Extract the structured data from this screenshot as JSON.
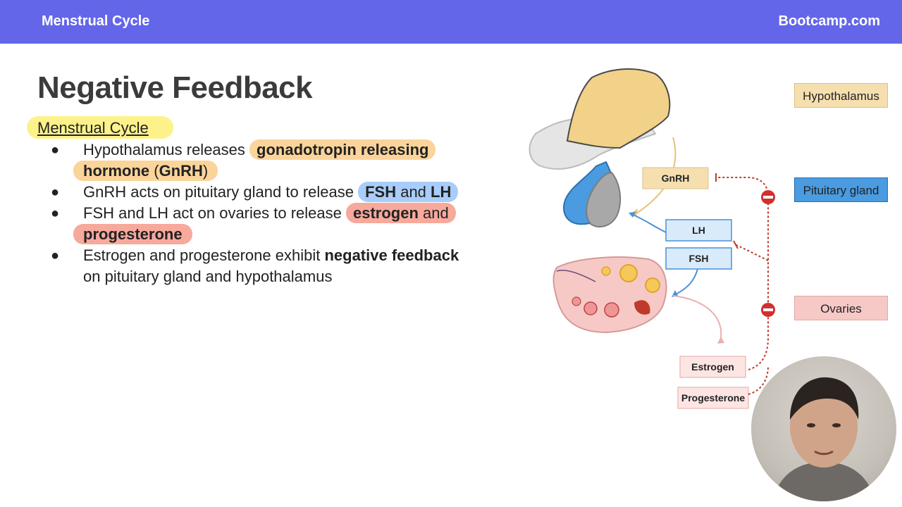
{
  "header": {
    "topic": "Menstrual Cycle",
    "brand": "Bootcamp.com"
  },
  "slide": {
    "title": "Negative Feedback",
    "subheading": "Menstrual Cycle",
    "bullets": [
      {
        "text1": "Hypothalamus releases ",
        "hl1": "gonadotropin releasing",
        "hl2a": "hormone",
        "hl2b": " (",
        "hl2c": "GnRH",
        "hl2d": ")"
      },
      {
        "text1": "GnRH acts on pituitary gland to release ",
        "hl1": "FSH",
        "hl1b": " and ",
        "hl1c": "LH"
      },
      {
        "text1": "FSH and LH act on ovaries to release ",
        "hl1": "estrogen",
        "hl1b": " and",
        "hl2": "progesterone"
      },
      {
        "text1": "Estrogen and progesterone exhibit ",
        "bold": "negative feedback",
        "text2": "on pituitary gland and hypothalamus"
      }
    ]
  },
  "diagram": {
    "legend": [
      "Hypothalamus",
      "Pituitary gland",
      "Ovaries"
    ],
    "boxes": {
      "gnrh": "GnRH",
      "lh": "LH",
      "fsh": "FSH",
      "estrogen": "Estrogen",
      "progesterone": "Progesterone"
    },
    "colors": {
      "hypothalamus": "#f5d79a",
      "pituitary": "#4a9be0",
      "ovaries": "#f6c9c6",
      "inhibit": "#c0392b"
    }
  }
}
